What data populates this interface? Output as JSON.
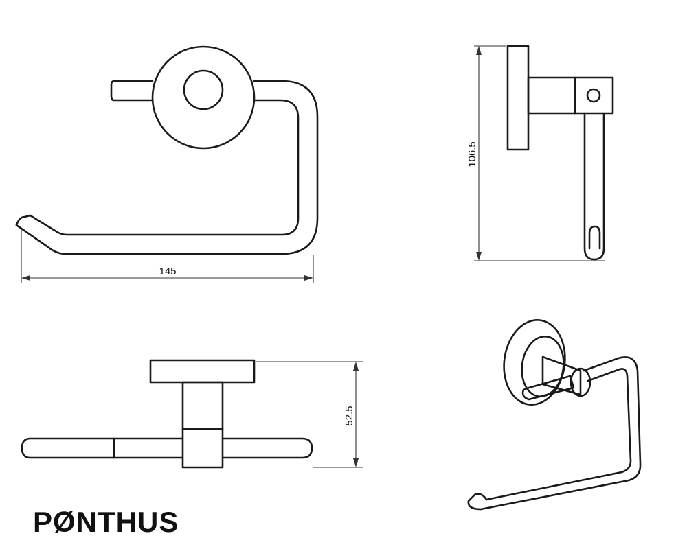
{
  "dimensions": {
    "width_label": "145",
    "height_label": "106.5",
    "depth_label": "52.5"
  },
  "brand": {
    "name": "PØNTHUS"
  },
  "colors": {
    "line": "#1a1a1a",
    "background": "#ffffff"
  }
}
